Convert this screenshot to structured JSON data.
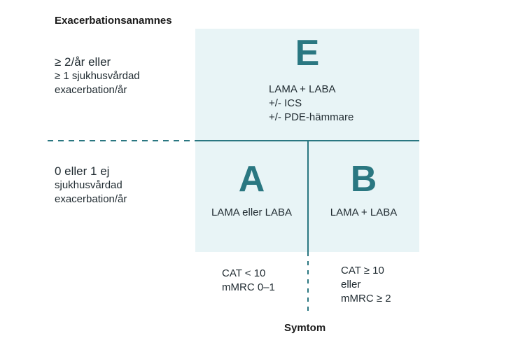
{
  "y_axis_heading": "Exacerbationsanamnes",
  "x_axis_heading": "Symtom",
  "rows": {
    "upper": [
      "≥ 2/år eller",
      "≥ 1 sjukhusvårdad",
      "exacerbation/år"
    ],
    "lower": [
      "0 eller 1 ej",
      "sjukhusvårdad",
      "exacerbation/år"
    ]
  },
  "columns": {
    "left": [
      "CAT < 10",
      "mMRC 0–1"
    ],
    "right": [
      "CAT ≥ 10",
      "eller",
      "mMRC ≥ 2"
    ]
  },
  "groups": {
    "E": {
      "letter": "E",
      "treatment": [
        "LAMA + LABA",
        "+/- ICS",
        "+/- PDE-hämmare"
      ]
    },
    "A": {
      "letter": "A",
      "treatment": [
        "LAMA eller LABA"
      ]
    },
    "B": {
      "letter": "B",
      "treatment": [
        "LAMA + LABA"
      ]
    }
  },
  "colors": {
    "box_fill": "#e8f4f6",
    "accent": "#2a7781"
  }
}
